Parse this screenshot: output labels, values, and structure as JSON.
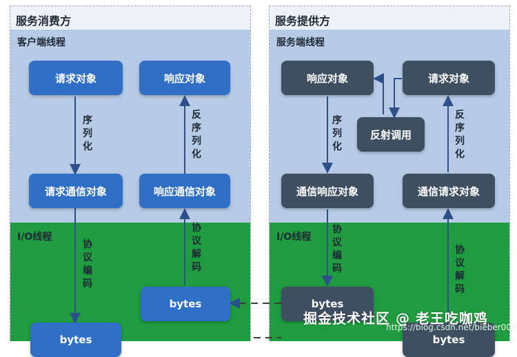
{
  "left": {
    "title": "服务消费方",
    "upper_zone": "客户端线程",
    "lower_zone": "I/O线程",
    "nodes": {
      "req_obj": "请求对象",
      "resp_obj": "响应对象",
      "req_comm": "请求通信对象",
      "resp_comm": "响应通信对象",
      "bytes_right": "bytes",
      "bytes_left": "bytes"
    },
    "labels": {
      "serialize": "序列化",
      "deserialize": "反序列化",
      "encode": "协议编码",
      "decode": "协议解码"
    }
  },
  "right": {
    "title": "服务提供方",
    "upper_zone": "服务端线程",
    "lower_zone": "I/O线程",
    "nodes": {
      "resp_obj": "响应对象",
      "req_obj": "请求对象",
      "reflect": "反射调用",
      "comm_resp": "通信响应对象",
      "comm_req": "通信请求对象",
      "bytes_left": "bytes",
      "bytes_right": "bytes"
    },
    "labels": {
      "serialize": "序列化",
      "deserialize": "反序列化",
      "encode": "协议编码",
      "decode": "协议解码"
    }
  },
  "watermark": {
    "text": "掘金技术社区 @ 老王吃咖鸡",
    "url": "https://blog.csdn.net/bieber007"
  },
  "colors": {
    "upper_bg": "#b7cbe6",
    "lower_bg": "#1f9c3f",
    "consumer_node": "#2f6fc6",
    "provider_node": "#3f4f62"
  }
}
